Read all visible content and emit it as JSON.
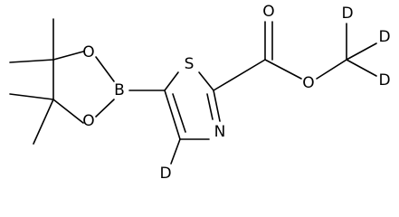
{
  "molecule": {
    "atoms": {
      "o_dioxaborolane_top": "O",
      "o_dioxaborolane_bottom": "O",
      "b_boron": "B",
      "s_thiazole": "S",
      "n_thiazole": "N",
      "d_ring": "D",
      "o_carbonyl": "O",
      "o_ester": "O",
      "d_methyl_top": "D",
      "d_methyl_right": "D",
      "d_methyl_bottom": "D"
    }
  }
}
